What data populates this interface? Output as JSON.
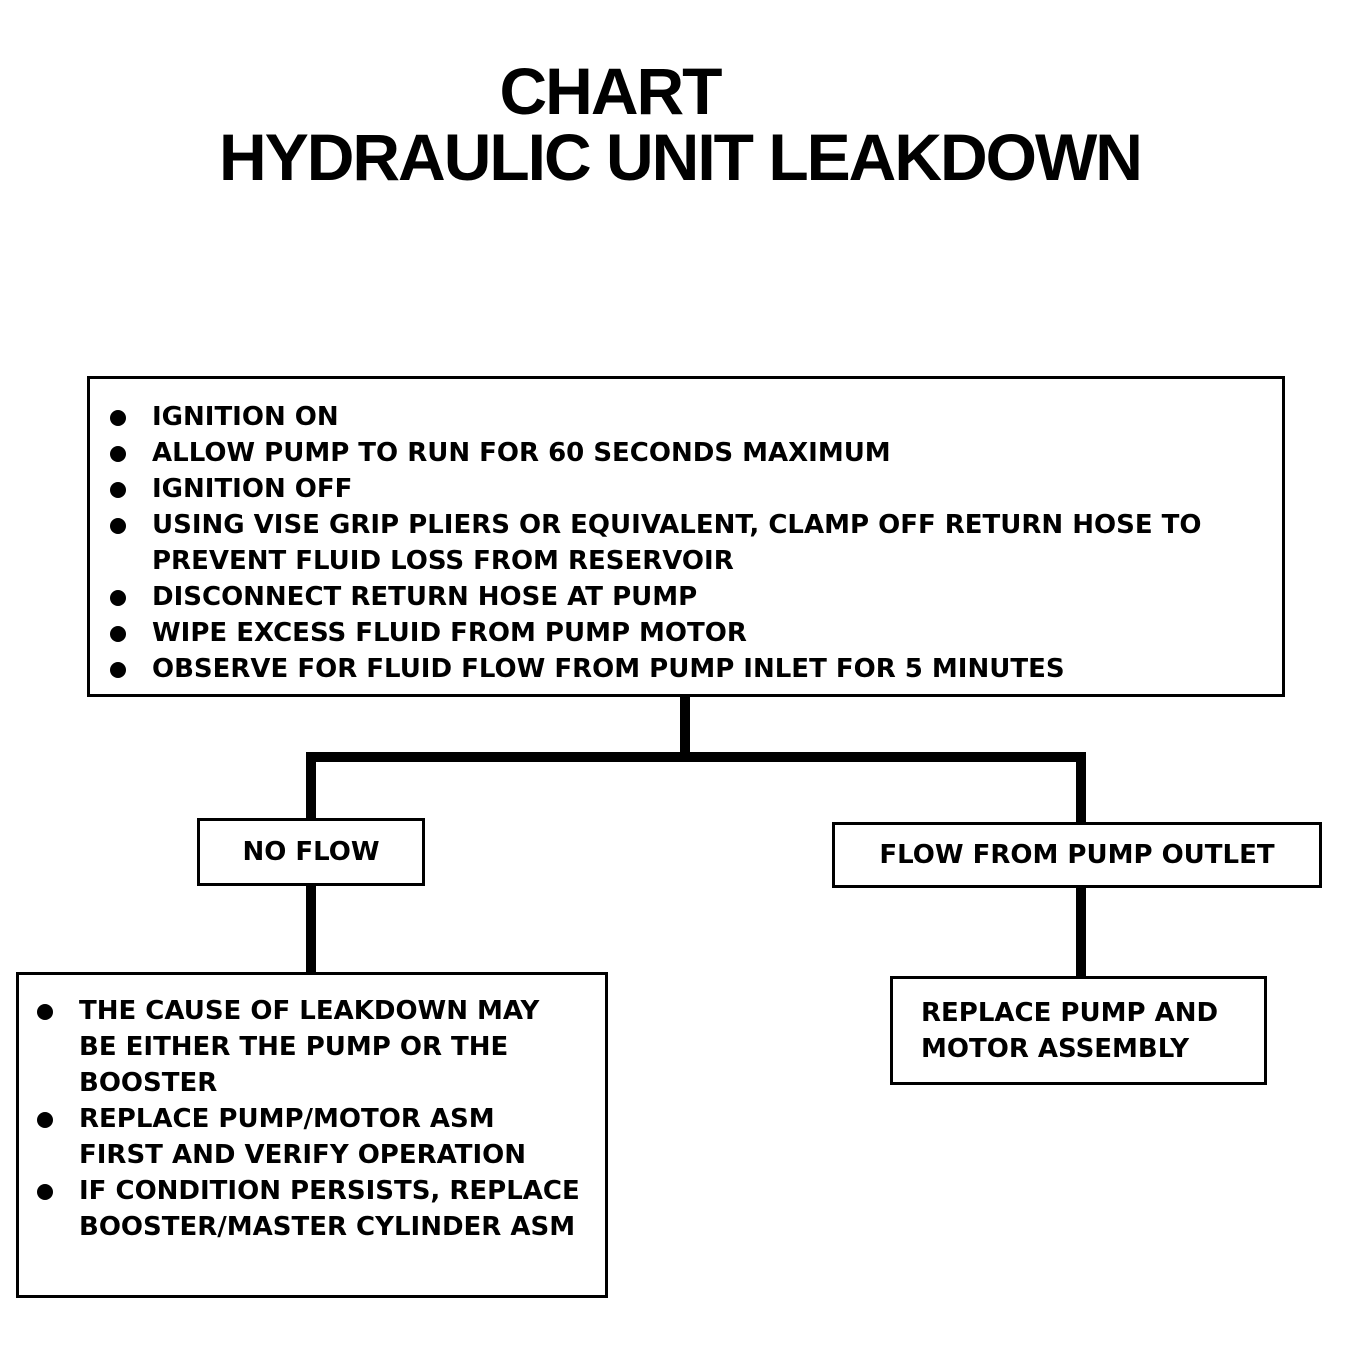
{
  "title": {
    "line1": "CHART",
    "line2": "HYDRAULIC UNIT LEAKDOWN"
  },
  "main_steps": [
    "IGNITION ON",
    "ALLOW PUMP TO RUN FOR 60 SECONDS MAXIMUM",
    "IGNITION OFF",
    "USING VISE GRIP PLIERS OR EQUIVALENT, CLAMP OFF RETURN HOSE TO PREVENT FLUID LOSS FROM RESERVOIR",
    "DISCONNECT RETURN HOSE AT PUMP",
    "WIPE EXCESS FLUID FROM PUMP MOTOR",
    "OBSERVE FOR FLUID FLOW FROM PUMP INLET FOR 5 MINUTES"
  ],
  "branches": {
    "left": {
      "label": "NO FLOW",
      "steps": [
        "THE CAUSE OF LEAKDOWN MAY BE EITHER THE PUMP OR THE BOOSTER",
        "REPLACE PUMP/MOTOR ASM FIRST AND VERIFY OPERATION",
        "IF CONDITION PERSISTS, REPLACE BOOSTER/MASTER CYLINDER ASM"
      ]
    },
    "right": {
      "label": "FLOW FROM PUMP OUTLET",
      "result_line1": "REPLACE PUMP AND",
      "result_line2": "MOTOR ASSEMBLY"
    }
  }
}
